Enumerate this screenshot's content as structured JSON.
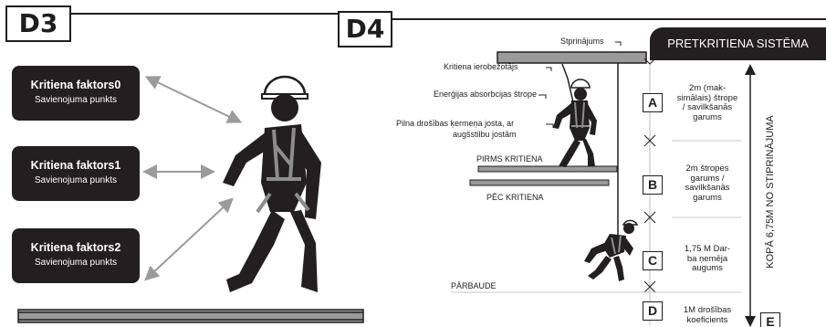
{
  "d3": {
    "title": "D3"
  },
  "d4": {
    "title": "D4"
  },
  "factors": [
    {
      "title": "Kritiena faktors0",
      "subtitle": "Savienojuma punkts"
    },
    {
      "title": "Kritiena faktors1",
      "subtitle": "Savienojuma punkts"
    },
    {
      "title": "Kritiena faktors2",
      "subtitle": "Savienojuma punkts"
    }
  ],
  "system": {
    "header": "PRETKRITIENA SISTĒMA",
    "anchor": "Stprinājums",
    "fall_limiter": "Kritiena ierobežotājs",
    "absorber": "Enerģijas absorbcijas štrope",
    "harness_line1": "Pilna drošības ķermeņa josta, ar",
    "harness_line2": "augšstilbu jostām",
    "before_fall": "PIRMS KRITIENA",
    "after_fall": "PĒC KRITIENA",
    "check": "PĀRBAUDE",
    "total": "KOPĀ 6,75M NO STIPRINĀJUMA"
  },
  "segments": [
    {
      "letter": "A",
      "lines": [
        "2m (mak-",
        "simālais) štrope",
        "/ savilkšanās",
        "garums"
      ]
    },
    {
      "letter": "B",
      "lines": [
        "2m štropes",
        "garums /",
        "savilkšanās",
        "garums"
      ]
    },
    {
      "letter": "C",
      "lines": [
        "1,75 M Dar-",
        "ba ņemēja",
        "augums"
      ]
    },
    {
      "letter": "D",
      "lines": [
        "1M drošības",
        "koeficients"
      ]
    },
    {
      "letter": "E",
      "lines": []
    }
  ],
  "colors": {
    "ink": "#231f20",
    "header_bg": "#231f20",
    "beam": "#9a9a9a",
    "harness": "#8c8c8c",
    "arrow": "#9b9b9b"
  }
}
